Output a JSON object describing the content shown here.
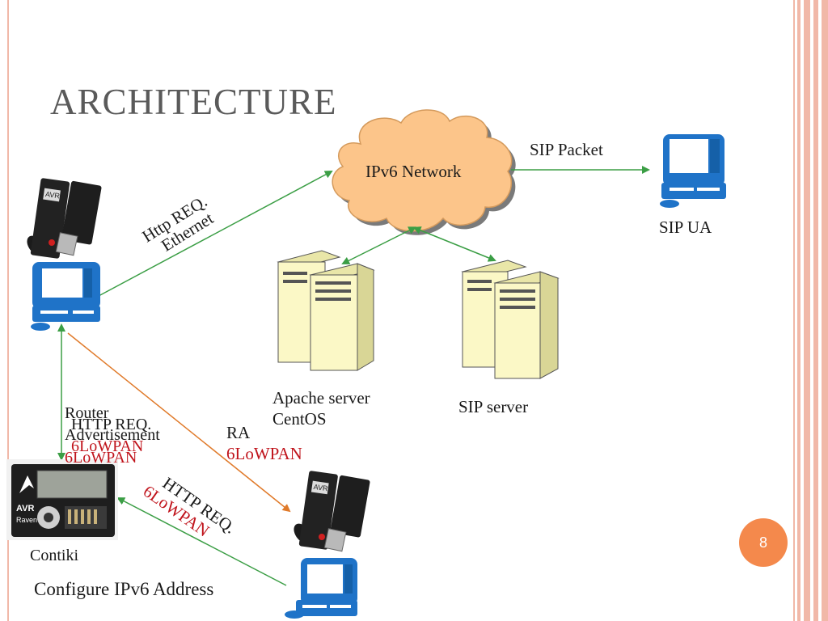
{
  "slide": {
    "title": "ARCHITECTURE",
    "page_number": "8",
    "colors": {
      "title": "#5a5a5a",
      "accent_stripe": "#f1b8a8",
      "cloud": "#fcc58a",
      "green_arrow": "#3b9e45",
      "orange_arrow": "#e07a2a",
      "red_text": "#c0141c",
      "page_badge": "#f4894c",
      "pc_blue": "#1f73c8",
      "server": "#fbf8c6"
    }
  },
  "diagram": {
    "cloud_label": "IPv6 Network",
    "sip_packet_label": "SIP Packet",
    "sip_ua_label": "SIP UA",
    "http_req_ethernet": [
      "Http REQ.",
      "Ethernet"
    ],
    "apache_server_label": [
      "Apache server",
      "CentOS"
    ],
    "sip_server_label": "SIP server",
    "router_advertisement": [
      "Router",
      "Advertisement",
      "6LoWPAN"
    ],
    "http_req_6lowpan_left": [
      "HTTP REQ.",
      "6LoWPAN"
    ],
    "ra_label": [
      "RA",
      "6LoWPAN"
    ],
    "http_req_6lowpan_diag": [
      "HTTP REQ.",
      "6LoWPAN"
    ],
    "contiki_label": "Contiki",
    "configure_label": "Configure IPv6 Address",
    "raven_board_text": [
      "AVR",
      "Raven"
    ],
    "usb_stick_text": "AVR"
  }
}
